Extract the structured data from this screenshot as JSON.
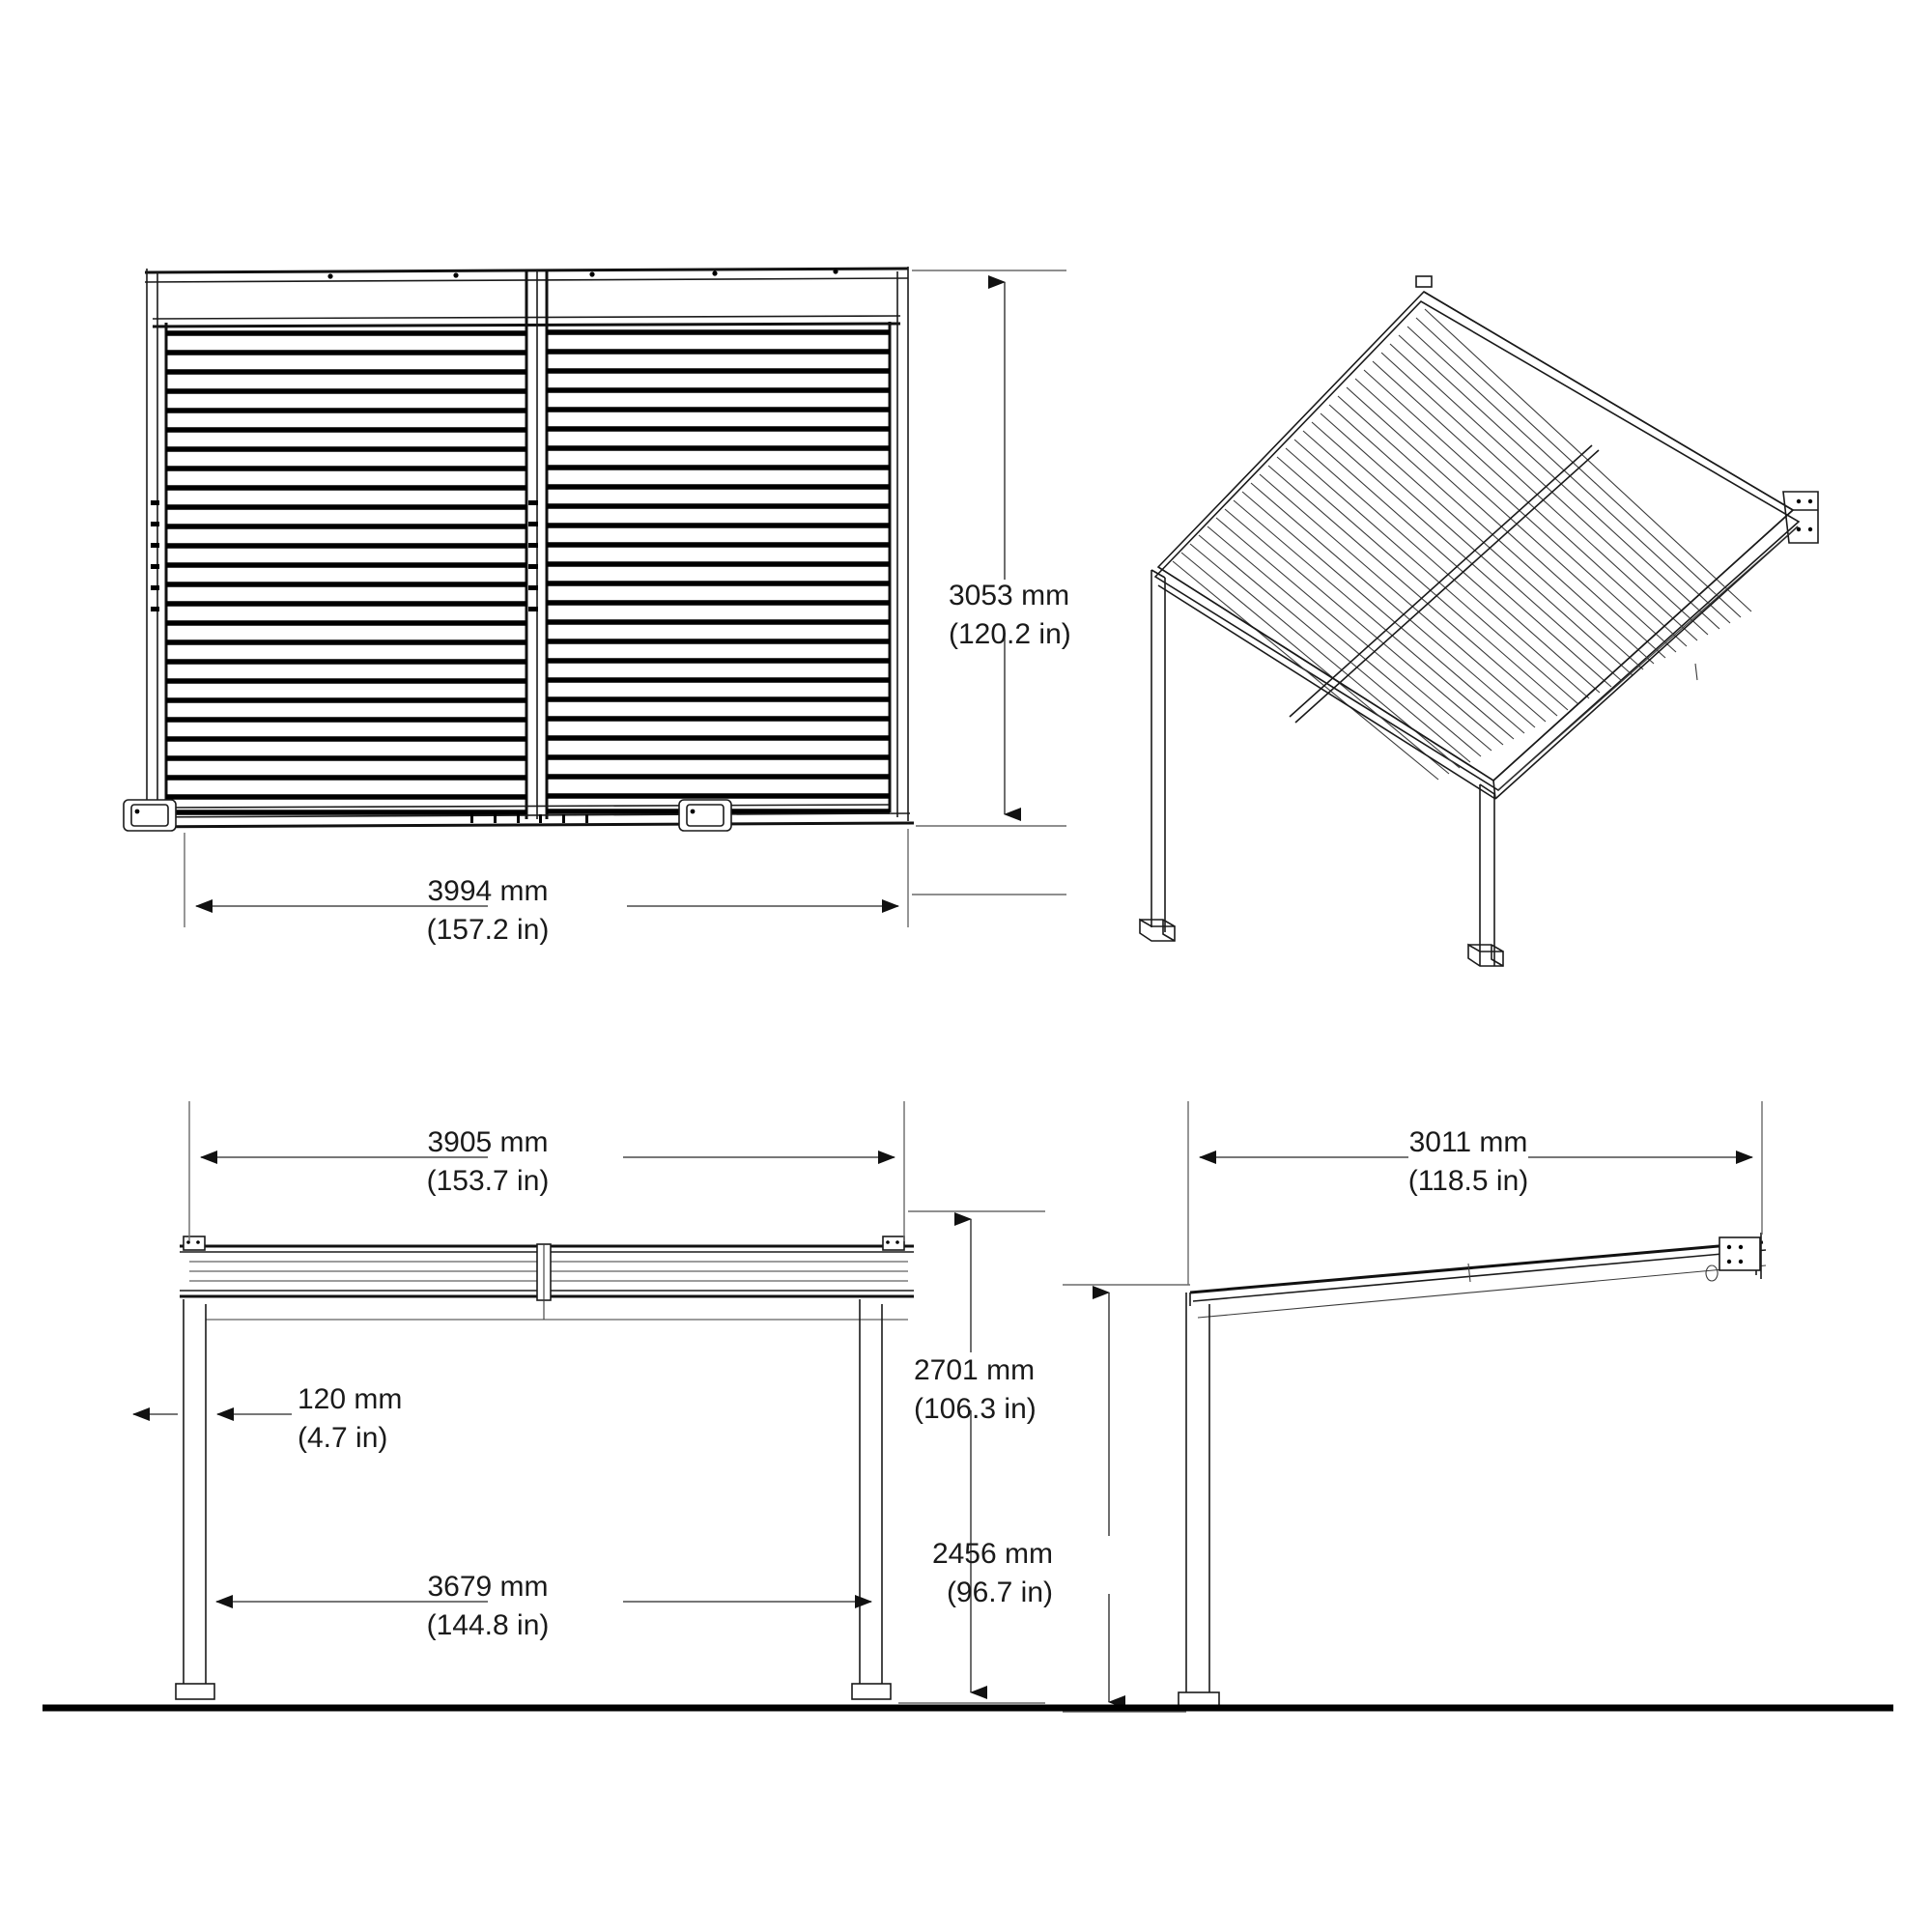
{
  "drawing": {
    "title": "Pergola / Louvered Patio Cover Technical Drawing",
    "background_color": "#ffffff",
    "line_color": "#1a1a1a",
    "dimension_color": "#4a4a4a",
    "text_color": "#1a1a1a",
    "units_primary": "mm",
    "units_secondary": "in"
  },
  "views": {
    "front_elevation_slatted": {
      "name": "Front elevation with louvered slat infill",
      "slat_count": 26,
      "bay_count": 2
    },
    "isometric": {
      "name": "Isometric / 3D perspective view",
      "post_count": 2,
      "roof_type": "slatted"
    },
    "front_elevation_open": {
      "name": "Front elevation, posts and header beam",
      "post_count": 2
    },
    "side_elevation": {
      "name": "Side elevation, sloped roof beam with wall bracket",
      "post_count": 1
    }
  },
  "dimensions": {
    "overall_height": {
      "mm": "3053 mm",
      "in": "(120.2 in)",
      "orientation": "vertical",
      "view": "front_elevation_slatted"
    },
    "overall_width": {
      "mm": "3994 mm",
      "in": "(157.2 in)",
      "orientation": "horizontal",
      "view": "front_elevation_slatted"
    },
    "frame_width": {
      "mm": "3905 mm",
      "in": "(153.7 in)",
      "orientation": "horizontal",
      "view": "front_elevation_open"
    },
    "post_width": {
      "mm": "120 mm",
      "in": "(4.7 in)",
      "orientation": "horizontal-leader",
      "view": "front_elevation_open"
    },
    "clear_span": {
      "mm": "3679 mm",
      "in": "(144.8 in)",
      "orientation": "horizontal",
      "view": "front_elevation_open"
    },
    "height_high_side": {
      "mm": "2701 mm",
      "in": "(106.3 in)",
      "orientation": "vertical",
      "view": "front_elevation_open"
    },
    "projection_depth": {
      "mm": "3011 mm",
      "in": "(118.5 in)",
      "orientation": "horizontal",
      "view": "side_elevation"
    },
    "height_low_side": {
      "mm": "2456 mm",
      "in": "(96.7 in)",
      "orientation": "vertical",
      "view": "side_elevation"
    }
  }
}
